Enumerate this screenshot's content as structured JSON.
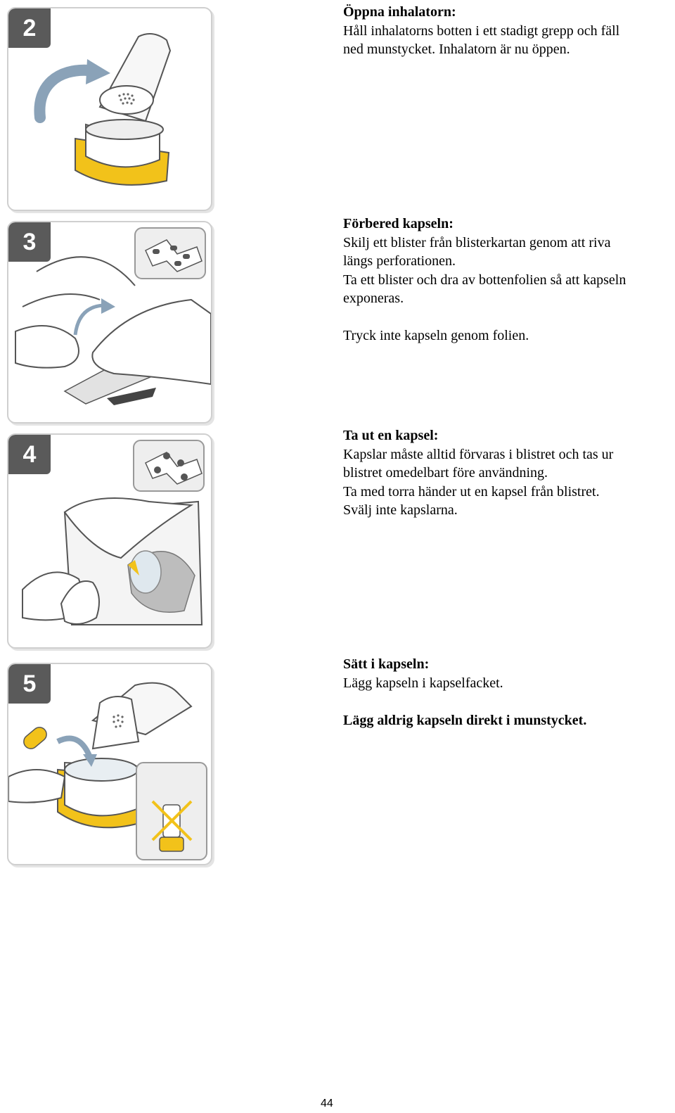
{
  "steps": [
    {
      "number": "2",
      "title": "Öppna inhalatorn:",
      "lines": [
        "Håll inhalatorns botten i ett stadigt grepp och fäll",
        "ned munstycket. Inhalatorn är nu öppen."
      ]
    },
    {
      "number": "3",
      "title": "Förbered kapseln:",
      "lines": [
        "Skilj ett blister från blisterkartan genom att riva",
        "längs perforationen.",
        "Ta ett blister och dra av bottenfolien så att kapseln",
        "exponeras."
      ],
      "note": "Tryck inte kapseln genom folien."
    },
    {
      "number": "4",
      "title": "Ta ut en kapsel:",
      "lines": [
        "Kapslar måste alltid förvaras i blistret och tas ur",
        "blistret omedelbart före användning.",
        "Ta med torra händer ut en kapsel från blistret.",
        "Svälj inte kapslarna."
      ]
    },
    {
      "number": "5",
      "title": "Sätt i kapseln:",
      "lines": [
        "Lägg kapseln i kapselfacket."
      ],
      "warning": "Lägg aldrig kapseln direkt i munstycket."
    }
  ],
  "colors": {
    "accent_yellow": "#f2c21a",
    "badge_gray": "#5a5a5a",
    "border_gray": "#cfcfcf"
  },
  "page_number": "44"
}
